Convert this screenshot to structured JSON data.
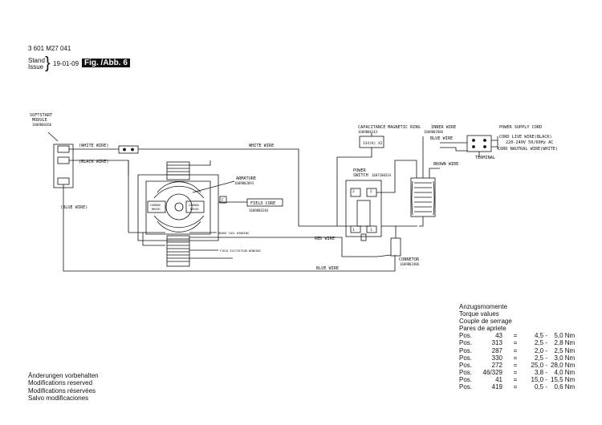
{
  "header": {
    "doc_number": "3 601 M27 041",
    "stand_label": "Stand",
    "issue_label": "Issue",
    "date": "19-01-09",
    "figure": "Fig. /Abb. 6"
  },
  "labels": {
    "softstart_title": "SOFTSTART",
    "softstart_module": "MODULE",
    "softstart_part": "1609B00260",
    "white_wire_left": "(WHITE WIRE)",
    "black_wire": "(BLACK WIRE)",
    "blue_wire_left": "(BLUE WIRE)",
    "white_wire_top": "WHITE WIRE",
    "armature": "ARMATURE",
    "armature_part": "1609B02893",
    "field_core": "FIELD CORE",
    "field_core_part": "1609B06246",
    "carbon_brush_1a": "CARBON",
    "carbon_brush_1b": "BRUSH",
    "carbon_brush_2a": "CARBON",
    "carbon_brush_2b": "BRUSH",
    "f_marker": "F",
    "brake_coil": "BRAKE COIL WINDING",
    "field_excitation": "FIELD EXCITATION WINDING",
    "red_wire": "RED WIRE",
    "blue_wire_bottom": "BLUE WIRE",
    "capacitance": "CAPACITANCE",
    "capacitance_part": "1609B06243",
    "capacitor_value": "334(K) X2",
    "magnetic_ring": "MAGNETIC RING",
    "inner_wire": "INNER WIRE",
    "magnetic_ring_part": "1609B02986",
    "blue_wire_right": "BLUE WIRE",
    "brown_wire": "BROWN WIRE",
    "power_switch_1": "POWER",
    "power_switch_2": "SWITCH",
    "power_switch_part": "1607200334",
    "switch_pin_2a": "2",
    "switch_pin_2b": "2",
    "switch_pin_1a": "1",
    "switch_pin_1b": "1",
    "connector": "CONNETOR",
    "connector_part": "1609B02406",
    "terminal": "TERMINAL",
    "power_cord": "POWER SUPPLY CORD",
    "cord_live": "CORD LIVE WIRE(BLACK)",
    "voltage": "220-240V 50/60Hz AC",
    "cord_neutral": "CORD NAUTRAL WIRE(WHITE)"
  },
  "torque": {
    "heading": [
      "Anzugsmomente",
      "Torque values",
      "Couple de serrage",
      "Pares de apriete"
    ],
    "rows": [
      {
        "pos": "Pos.",
        "num": "43",
        "eq": "=",
        "min": "4,5 -",
        "max": "5,0 Nm"
      },
      {
        "pos": "Pos.",
        "num": "313",
        "eq": "=",
        "min": "2,5 -",
        "max": "2,8 Nm"
      },
      {
        "pos": "Pos.",
        "num": "287",
        "eq": "=",
        "min": "2,0 -",
        "max": "2,5 Nm"
      },
      {
        "pos": "Pos.",
        "num": "330",
        "eq": "=",
        "min": "2,5 -",
        "max": "3,0 Nm"
      },
      {
        "pos": "Pos.",
        "num": "272",
        "eq": "=",
        "min": "25,0 -",
        "max": "28,0 Nm"
      },
      {
        "pos": "Pos.",
        "num": "46/329",
        "eq": "=",
        "min": "3,8 -",
        "max": "4,0 Nm"
      },
      {
        "pos": "Pos.",
        "num": "41",
        "eq": "=",
        "min": "15,0 -",
        "max": "15,5 Nm"
      },
      {
        "pos": "Pos.",
        "num": "419",
        "eq": "=",
        "min": "0,5 -",
        "max": "0,6 Nm"
      }
    ]
  },
  "notes": [
    "Änderungen vorbehalten",
    "Modifications reserved",
    "Modifications réservées",
    "Salvo modificaciones"
  ],
  "colors": {
    "line": "#111111",
    "figure_bg": "#111111",
    "figure_text": "#ffffff"
  }
}
